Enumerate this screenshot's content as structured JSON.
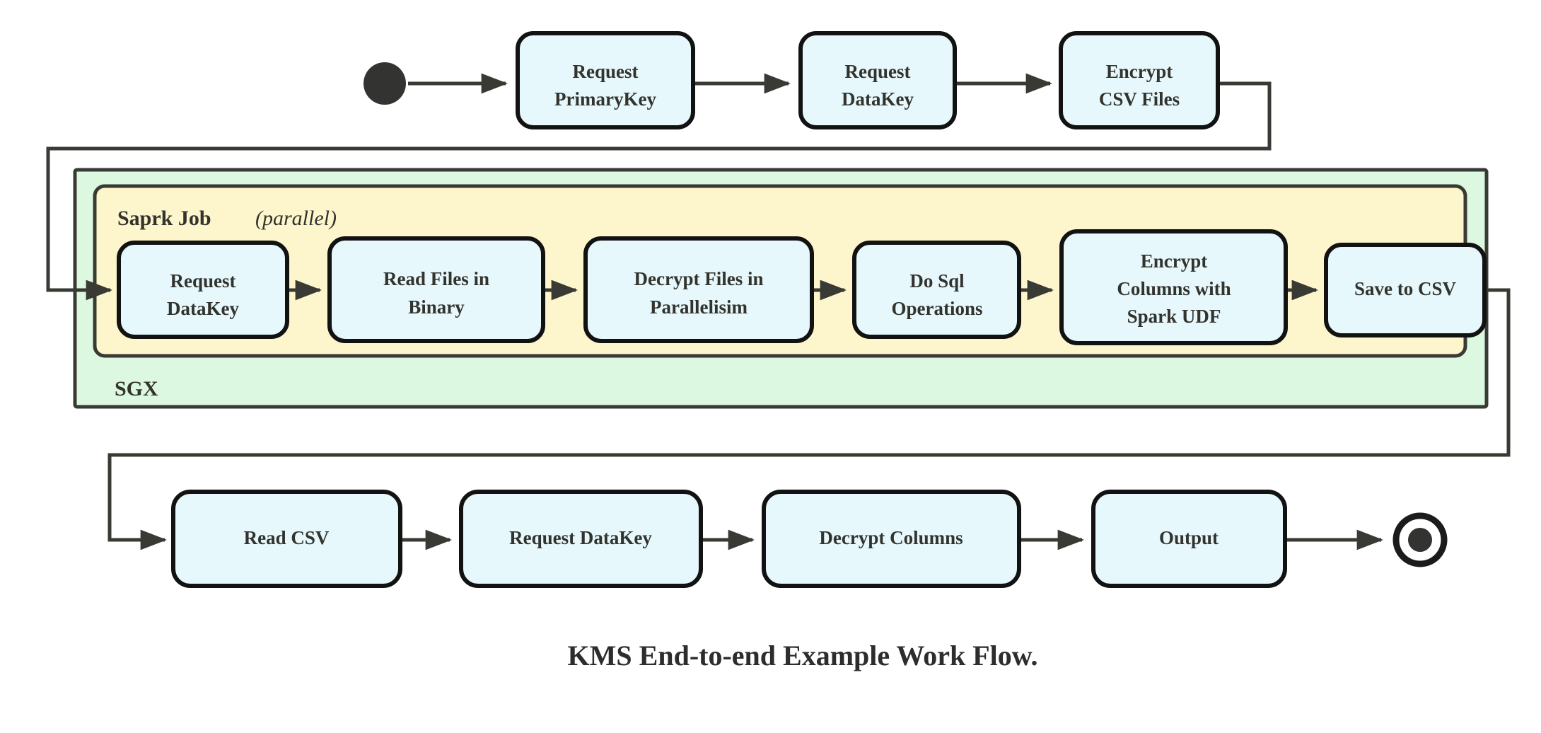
{
  "diagram": {
    "caption": "KMS End-to-end Example Work Flow.",
    "colors": {
      "node_fill": "#e6f8fc",
      "node_stroke": "#121212",
      "outer_group_fill": "#ddf8e0",
      "inner_group_fill": "#fdf5cb",
      "group_stroke": "#3a3a35",
      "edge": "#3a3a35",
      "text": "#33332e",
      "background": "#ffffff"
    },
    "start_node": {
      "name": "start",
      "shape": "filled-circle"
    },
    "end_node": {
      "name": "end",
      "shape": "ring-with-filled-circle"
    },
    "groups": [
      {
        "id": "sgx",
        "label": "SGX",
        "fill": "#ddf8e0"
      },
      {
        "id": "spark",
        "label_bold": "Saprk Job",
        "label_italic": "(parallel)",
        "fill": "#fdf5cb"
      }
    ],
    "rows": {
      "top": {
        "name": "top-row",
        "nodes": [
          {
            "id": "request-primarykey",
            "lines": [
              "Request",
              "PrimaryKey"
            ]
          },
          {
            "id": "request-datakey-top",
            "lines": [
              "Request",
              "DataKey"
            ]
          },
          {
            "id": "encrypt-csv-files",
            "lines": [
              "Encrypt",
              "CSV Files"
            ]
          }
        ]
      },
      "spark": {
        "name": "spark-row",
        "nodes": [
          {
            "id": "request-datakey-spark",
            "lines": [
              "Request",
              "DataKey"
            ]
          },
          {
            "id": "read-files-in-binary",
            "lines": [
              "Read Files in",
              "Binary"
            ]
          },
          {
            "id": "decrypt-files-parallel",
            "lines": [
              "Decrypt Files in",
              "Parallelisim"
            ]
          },
          {
            "id": "do-sql-operations",
            "lines": [
              "Do Sql",
              "Operations"
            ]
          },
          {
            "id": "encrypt-columns-udf",
            "lines": [
              "Encrypt",
              "Columns with",
              "Spark UDF"
            ]
          },
          {
            "id": "save-to-csv",
            "lines": [
              "Save to CSV"
            ]
          }
        ]
      },
      "bottom": {
        "name": "bottom-row",
        "nodes": [
          {
            "id": "read-csv",
            "lines": [
              "Read CSV"
            ]
          },
          {
            "id": "request-datakey-bottom",
            "lines": [
              "Request DataKey"
            ]
          },
          {
            "id": "decrypt-columns",
            "lines": [
              "Decrypt Columns"
            ]
          },
          {
            "id": "output",
            "lines": [
              "Output"
            ]
          }
        ]
      }
    }
  }
}
